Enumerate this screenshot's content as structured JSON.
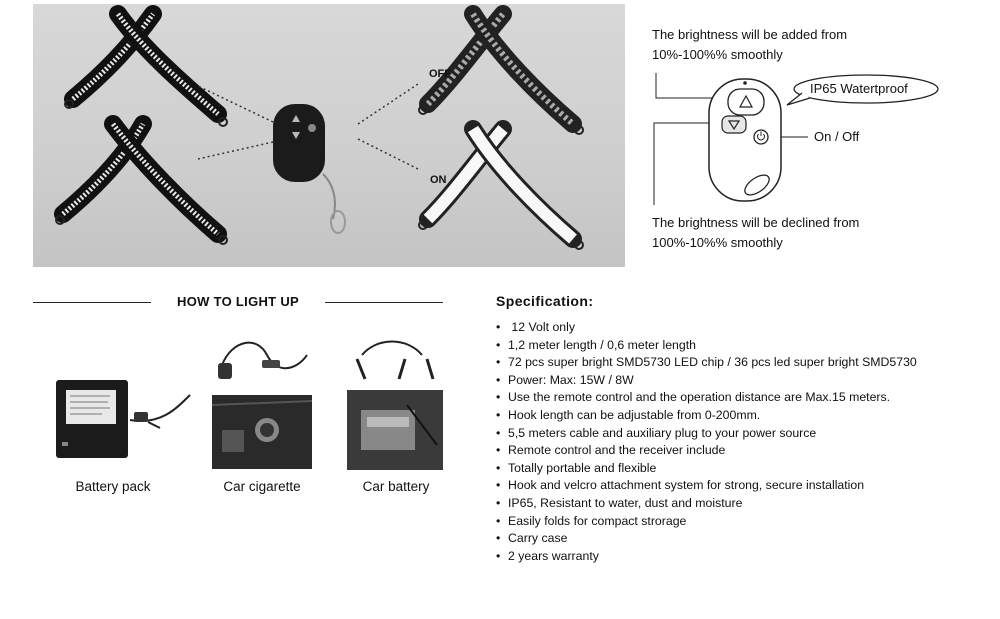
{
  "hero": {
    "off_label": "OFF",
    "on_label": "ON"
  },
  "remote_diagram": {
    "brightness_up": [
      "The brightness will be added from",
      "10%-100%% smoothly"
    ],
    "waterproof": "IP65 Watertproof",
    "on_off": "On / Off",
    "brightness_down": [
      "The brightness will be declined from",
      "100%-10%% smoothly"
    ]
  },
  "how_to_light_up": {
    "title": "HOW TO LIGHT UP",
    "options": [
      {
        "label": "Battery pack"
      },
      {
        "label": "Car cigarette"
      },
      {
        "label": "Car battery"
      }
    ]
  },
  "specification": {
    "title": "Specification:",
    "items": [
      " 12 Volt only",
      "1,2 meter length / 0,6 meter length",
      "72 pcs super bright SMD5730 LED chip / 36 pcs led super bright SMD5730",
      "Power: Max: 15W / 8W",
      "Use the remote control and the operation distance are Max.15 meters.",
      "Hook length can be adjustable from 0-200mm.",
      "5,5 meters cable and auxiliary plug to your power source",
      "Remote control and the receiver include",
      "Totally portable and flexible",
      "Hook and velcro attachment system for strong, secure installation",
      "IP65, Resistant to water, dust and moisture",
      "Easily folds for compact strorage",
      "Carry case",
      "2 years warranty"
    ]
  },
  "colors": {
    "strap_dark": "#1a1a1a",
    "strap_light": "#f0f0f0",
    "hero_bg": "#d0d0d0"
  }
}
